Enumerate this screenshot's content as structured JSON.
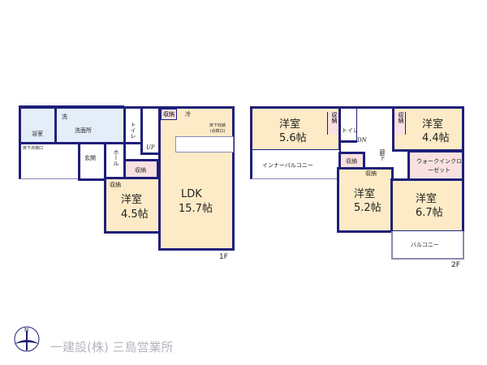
{
  "floor1": {
    "label": "1F",
    "rooms": {
      "bath": "浴室",
      "washroom": "洗面所",
      "wash_mark": "洗",
      "toilet": "トイレ",
      "stairs_up": "UP",
      "fridge": "冷",
      "storage_top": "収納",
      "underfloor_storage": "床下収納",
      "inspection": "(点検口)",
      "underfloor_inspection": "床下点検口",
      "entrance": "玄関",
      "hall": "ホール",
      "storage_hall": "収納",
      "storage_room": "収納",
      "room_45": {
        "name": "洋室",
        "size": "4.5帖"
      },
      "ldk": {
        "name": "LDK",
        "size": "15.7帖"
      }
    }
  },
  "floor2": {
    "label": "2F",
    "rooms": {
      "room_56": {
        "name": "洋室",
        "size": "5.6帖"
      },
      "storage_56": "収納",
      "toilet": "トイレ",
      "stairs_down": "DN",
      "hallway": "廊下",
      "storage_44": "収納",
      "room_44": {
        "name": "洋室",
        "size": "4.4帖"
      },
      "inner_balcony": "インナーバルコニー",
      "storage_a": "収納",
      "storage_b": "収納",
      "walk_in_closet": "ウォークインクローゼット",
      "room_52": {
        "name": "洋室",
        "size": "5.2帖"
      },
      "room_67": {
        "name": "洋室",
        "size": "6.7帖"
      },
      "balcony": "バルコニー"
    }
  },
  "footer": {
    "company": "一建設(株) 三島営業所",
    "compass": "N"
  },
  "colors": {
    "wall": "#1f1f7a",
    "room": "#fcebc6",
    "wet": "#e4eef9",
    "storage": "#f9e1e1"
  }
}
